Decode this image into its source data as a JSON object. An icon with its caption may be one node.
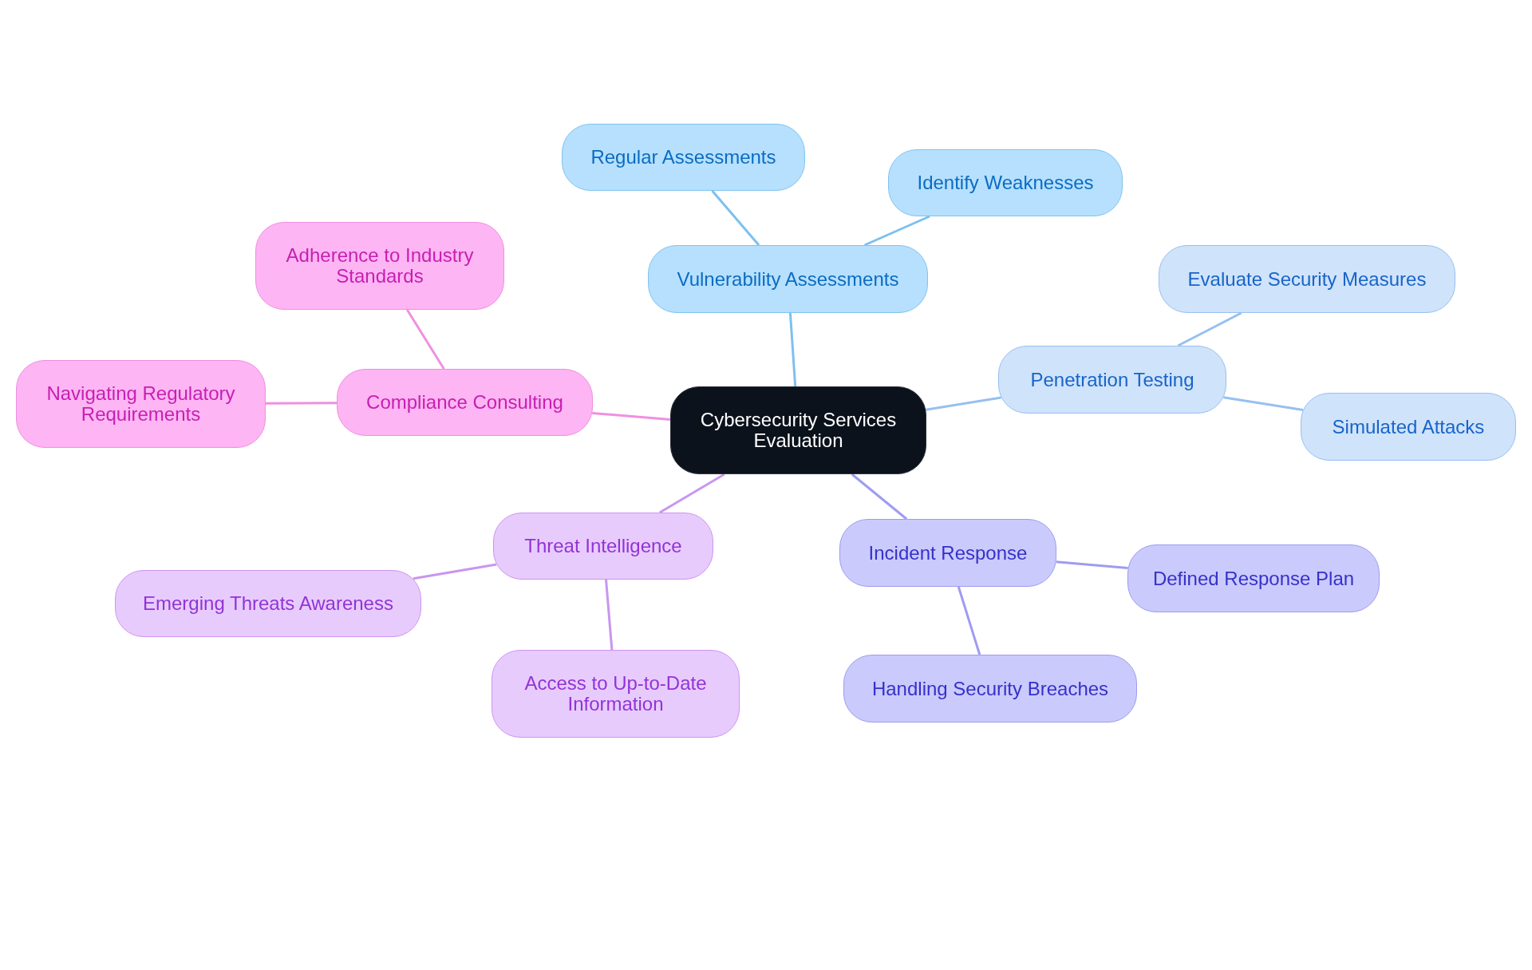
{
  "diagram": {
    "nodes": [
      {
        "text": [
          "Cybersecurity Services Evaluation"
        ]
      },
      {
        "text": [
          "Vulnerability Assessments"
        ]
      },
      {
        "text": [
          "Regular Assessments"
        ]
      },
      {
        "text": [
          "Identify Weaknesses"
        ]
      },
      {
        "text": [
          "Penetration Testing"
        ]
      },
      {
        "text": [
          "Evaluate Security Measures"
        ]
      },
      {
        "text": [
          "Simulated Attacks"
        ]
      },
      {
        "text": [
          "Incident Response"
        ]
      },
      {
        "text": [
          "Defined Response Plan"
        ]
      },
      {
        "text": [
          "Handling Security Breaches"
        ]
      },
      {
        "text": [
          "Threat Intelligence"
        ]
      },
      {
        "text": [
          "Emerging Threats Awareness"
        ]
      },
      {
        "text": [
          "Access to Up-to-Date Information"
        ]
      },
      {
        "text": [
          "Compliance Consulting"
        ]
      },
      {
        "text": [
          "Adherence to Industry Standards"
        ]
      },
      {
        "text": [
          "Navigating Regulatory Requirements"
        ]
      }
    ],
    "edges": [
      {
        "from": 0,
        "to": 1,
        "arrow": "none",
        "color": "#7dc0ef"
      },
      {
        "from": 1,
        "to": 2,
        "arrow": "none",
        "color": "#7dc0ef"
      },
      {
        "from": 1,
        "to": 3,
        "arrow": "none",
        "color": "#7dc0ef"
      },
      {
        "from": 0,
        "to": 4,
        "arrow": "none",
        "color": "#96c0f0"
      },
      {
        "from": 4,
        "to": 5,
        "arrow": "none",
        "color": "#96c0f0"
      },
      {
        "from": 4,
        "to": 6,
        "arrow": "none",
        "color": "#96c0f0"
      },
      {
        "from": 0,
        "to": 7,
        "arrow": "none",
        "color": "#9e9cf1"
      },
      {
        "from": 7,
        "to": 8,
        "arrow": "none",
        "color": "#9e9cf1"
      },
      {
        "from": 7,
        "to": 9,
        "arrow": "none",
        "color": "#9e9cf1"
      },
      {
        "from": 0,
        "to": 10,
        "arrow": "none",
        "color": "#c996ef"
      },
      {
        "from": 10,
        "to": 11,
        "arrow": "none",
        "color": "#c996ef"
      },
      {
        "from": 10,
        "to": 12,
        "arrow": "none",
        "color": "#c996ef"
      },
      {
        "from": 0,
        "to": 13,
        "arrow": "none",
        "color": "#ef90e0"
      },
      {
        "from": 13,
        "to": 14,
        "arrow": "none",
        "color": "#ef90e0"
      },
      {
        "from": 13,
        "to": 15,
        "arrow": "none",
        "color": "#ef90e0"
      }
    ]
  }
}
